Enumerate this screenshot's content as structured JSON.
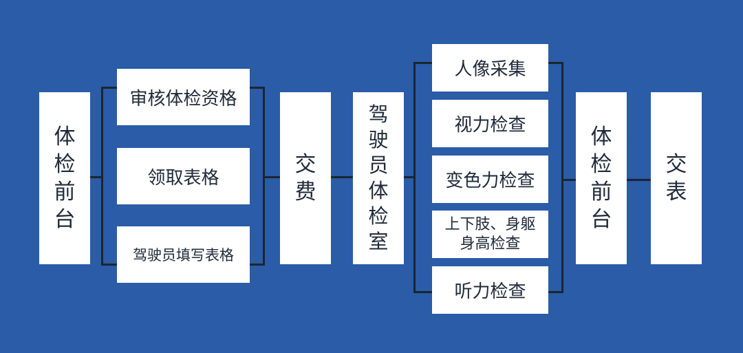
{
  "front_desk_1": [
    "体",
    "检",
    "前",
    "台"
  ],
  "branch1": {
    "items": [
      "审核体检资格",
      "领取表格",
      "驾驶员填写表格"
    ]
  },
  "pay": [
    "交",
    "费"
  ],
  "exam_room": [
    "驾",
    "驶",
    "员",
    "体",
    "检",
    "室"
  ],
  "branch2": {
    "items": [
      "人像采集",
      "视力检查",
      "变色力检查",
      [
        "上下肢、身躯",
        "身高检查"
      ],
      "听力检查"
    ]
  },
  "front_desk_2": [
    "体",
    "检",
    "前",
    "台"
  ],
  "submit": [
    "交",
    "表"
  ]
}
